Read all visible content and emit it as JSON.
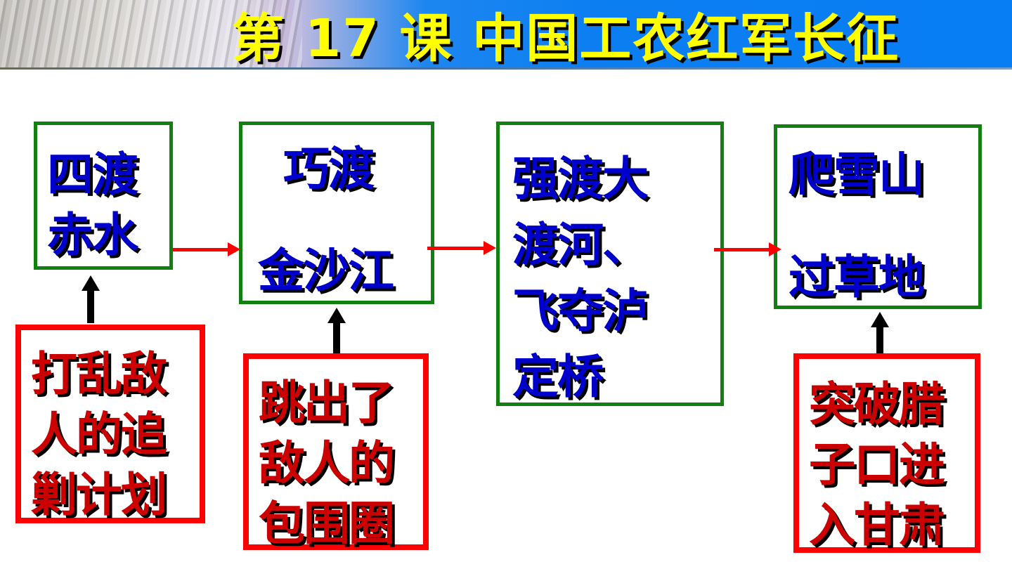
{
  "title": "第 17 课 中国工农红军长征",
  "colors": {
    "title": "#ffff00",
    "banner": "#087ef4",
    "event_border": "#118011",
    "event_text": "#0000cc",
    "cause_border": "#ff0000",
    "cause_text": "#cc0000",
    "flow_arrow": "#ff0000",
    "cause_arrow": "#000000"
  },
  "events": [
    {
      "lines": [
        "四渡",
        "赤水"
      ]
    },
    {
      "lines": [
        "巧渡",
        "金沙江"
      ]
    },
    {
      "lines": [
        "强渡大",
        "渡河、",
        "飞夺泸",
        "定桥"
      ]
    },
    {
      "lines": [
        "爬雪山",
        "过草地"
      ]
    }
  ],
  "results": [
    {
      "lines": [
        "打乱敌",
        "人的追",
        "剿计划"
      ]
    },
    {
      "lines": [
        "跳出了",
        "敌人的",
        "包围圈"
      ]
    },
    {
      "lines": [
        "突破腊",
        "子口进",
        "入甘肃"
      ]
    }
  ]
}
